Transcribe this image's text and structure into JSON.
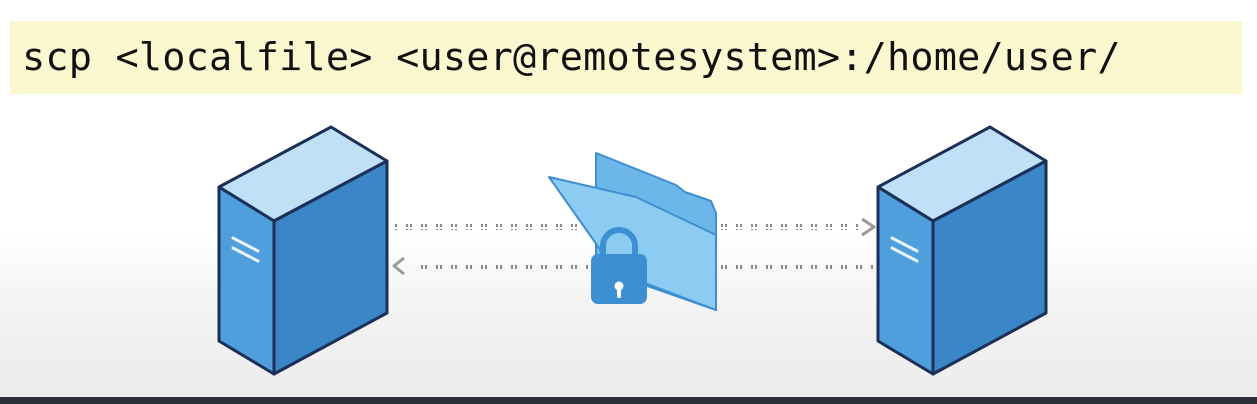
{
  "command": {
    "text": "scp <localfile> <user@remotesystem>:/home/user/"
  },
  "diagram": {
    "nodes": [
      {
        "name": "local-server",
        "icon": "server-icon"
      },
      {
        "name": "remote-server",
        "icon": "server-icon"
      }
    ],
    "center": {
      "icons": [
        "folder-icon",
        "padlock-icon"
      ]
    },
    "transfer_directions": [
      "to-remote",
      "to-local"
    ]
  },
  "colors": {
    "banner": "#fbf8cf",
    "server_top": "#bfe0f7",
    "server_front": "#4f9fdc",
    "server_side": "#3a86c6",
    "outline": "#1b2f57",
    "folder": "#5fb0e8",
    "lock": "#3d8fd2",
    "arrow_dots": "#8a8a8a"
  }
}
